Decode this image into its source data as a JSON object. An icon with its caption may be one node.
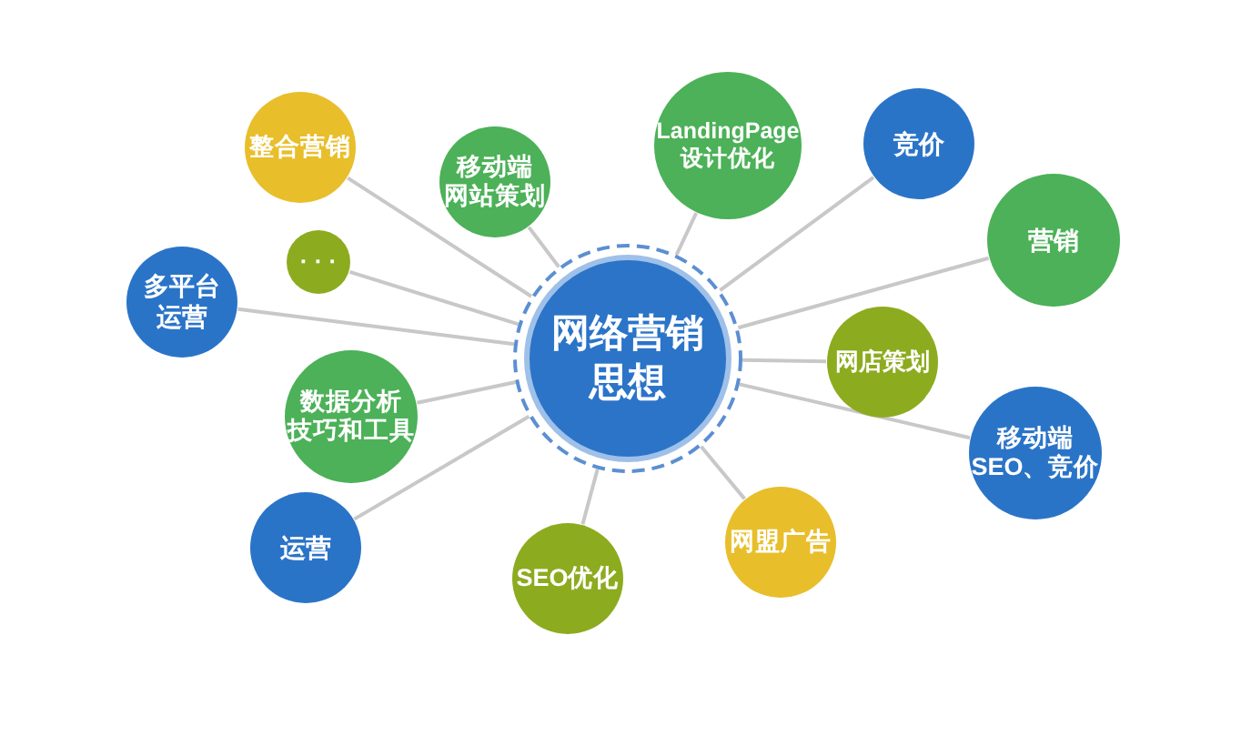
{
  "diagram": {
    "nodes": [
      {
        "text": [
          "网络营销思想"
        ]
      },
      {
        "text": [
          "整合营销"
        ]
      },
      {
        "text": [
          "移动端网站策划"
        ]
      },
      {
        "text": [
          "LandingPage设计优化"
        ]
      },
      {
        "text": [
          "竞价"
        ]
      },
      {
        "text": [
          "· · ·"
        ]
      },
      {
        "text": [
          "营销"
        ]
      },
      {
        "text": [
          "多平台运营"
        ]
      },
      {
        "text": [
          "网店策划"
        ]
      },
      {
        "text": [
          "数据分析技巧和工具"
        ]
      },
      {
        "text": [
          "移动端SEO、竞价"
        ]
      },
      {
        "text": [
          "网盟广告"
        ]
      },
      {
        "text": [
          "运营"
        ]
      },
      {
        "text": [
          "SEO优化"
        ]
      }
    ],
    "edges": [
      {
        "from": 0,
        "to": 1,
        "arrow": "none"
      },
      {
        "from": 0,
        "to": 2,
        "arrow": "none"
      },
      {
        "from": 0,
        "to": 3,
        "arrow": "none"
      },
      {
        "from": 0,
        "to": 4,
        "arrow": "none"
      },
      {
        "from": 0,
        "to": 5,
        "arrow": "none"
      },
      {
        "from": 0,
        "to": 6,
        "arrow": "none"
      },
      {
        "from": 0,
        "to": 7,
        "arrow": "none"
      },
      {
        "from": 0,
        "to": 8,
        "arrow": "none"
      },
      {
        "from": 0,
        "to": 9,
        "arrow": "none"
      },
      {
        "from": 0,
        "to": 10,
        "arrow": "none"
      },
      {
        "from": 0,
        "to": 11,
        "arrow": "none"
      },
      {
        "from": 0,
        "to": 12,
        "arrow": "none"
      },
      {
        "from": 0,
        "to": 13,
        "arrow": "none"
      }
    ]
  }
}
